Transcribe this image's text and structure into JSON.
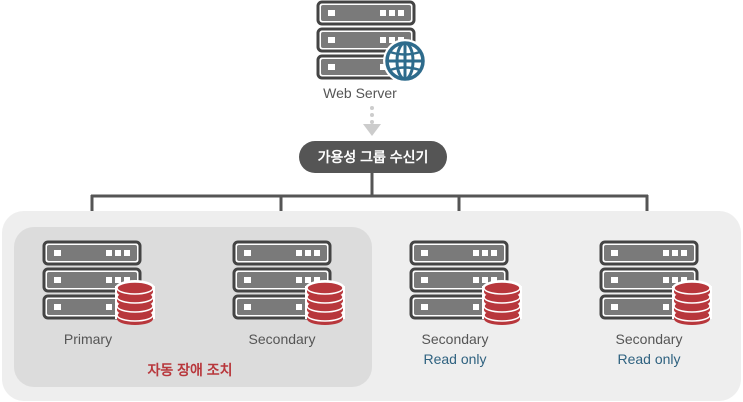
{
  "top_server": {
    "label": "Web Server"
  },
  "listener": {
    "label": "가용성 그룹 수신기"
  },
  "nodes": [
    {
      "role": "Primary",
      "mode": ""
    },
    {
      "role": "Secondary",
      "mode": ""
    },
    {
      "role": "Secondary",
      "mode": "Read only"
    },
    {
      "role": "Secondary",
      "mode": "Read only"
    }
  ],
  "failover_group": {
    "label": "자동 장애 조치"
  },
  "colors": {
    "server": "#7a7a7a",
    "server_outline": "#444444",
    "globe": "#2e6b8c",
    "db": "#b8373c",
    "connector": "#555555",
    "arrow": "#cccccc",
    "read_only_text": "#2f6280",
    "failover_text": "#b8373c"
  },
  "icons": {
    "web": "server-rack-icon",
    "globe": "globe-icon",
    "db": "database-icon"
  }
}
